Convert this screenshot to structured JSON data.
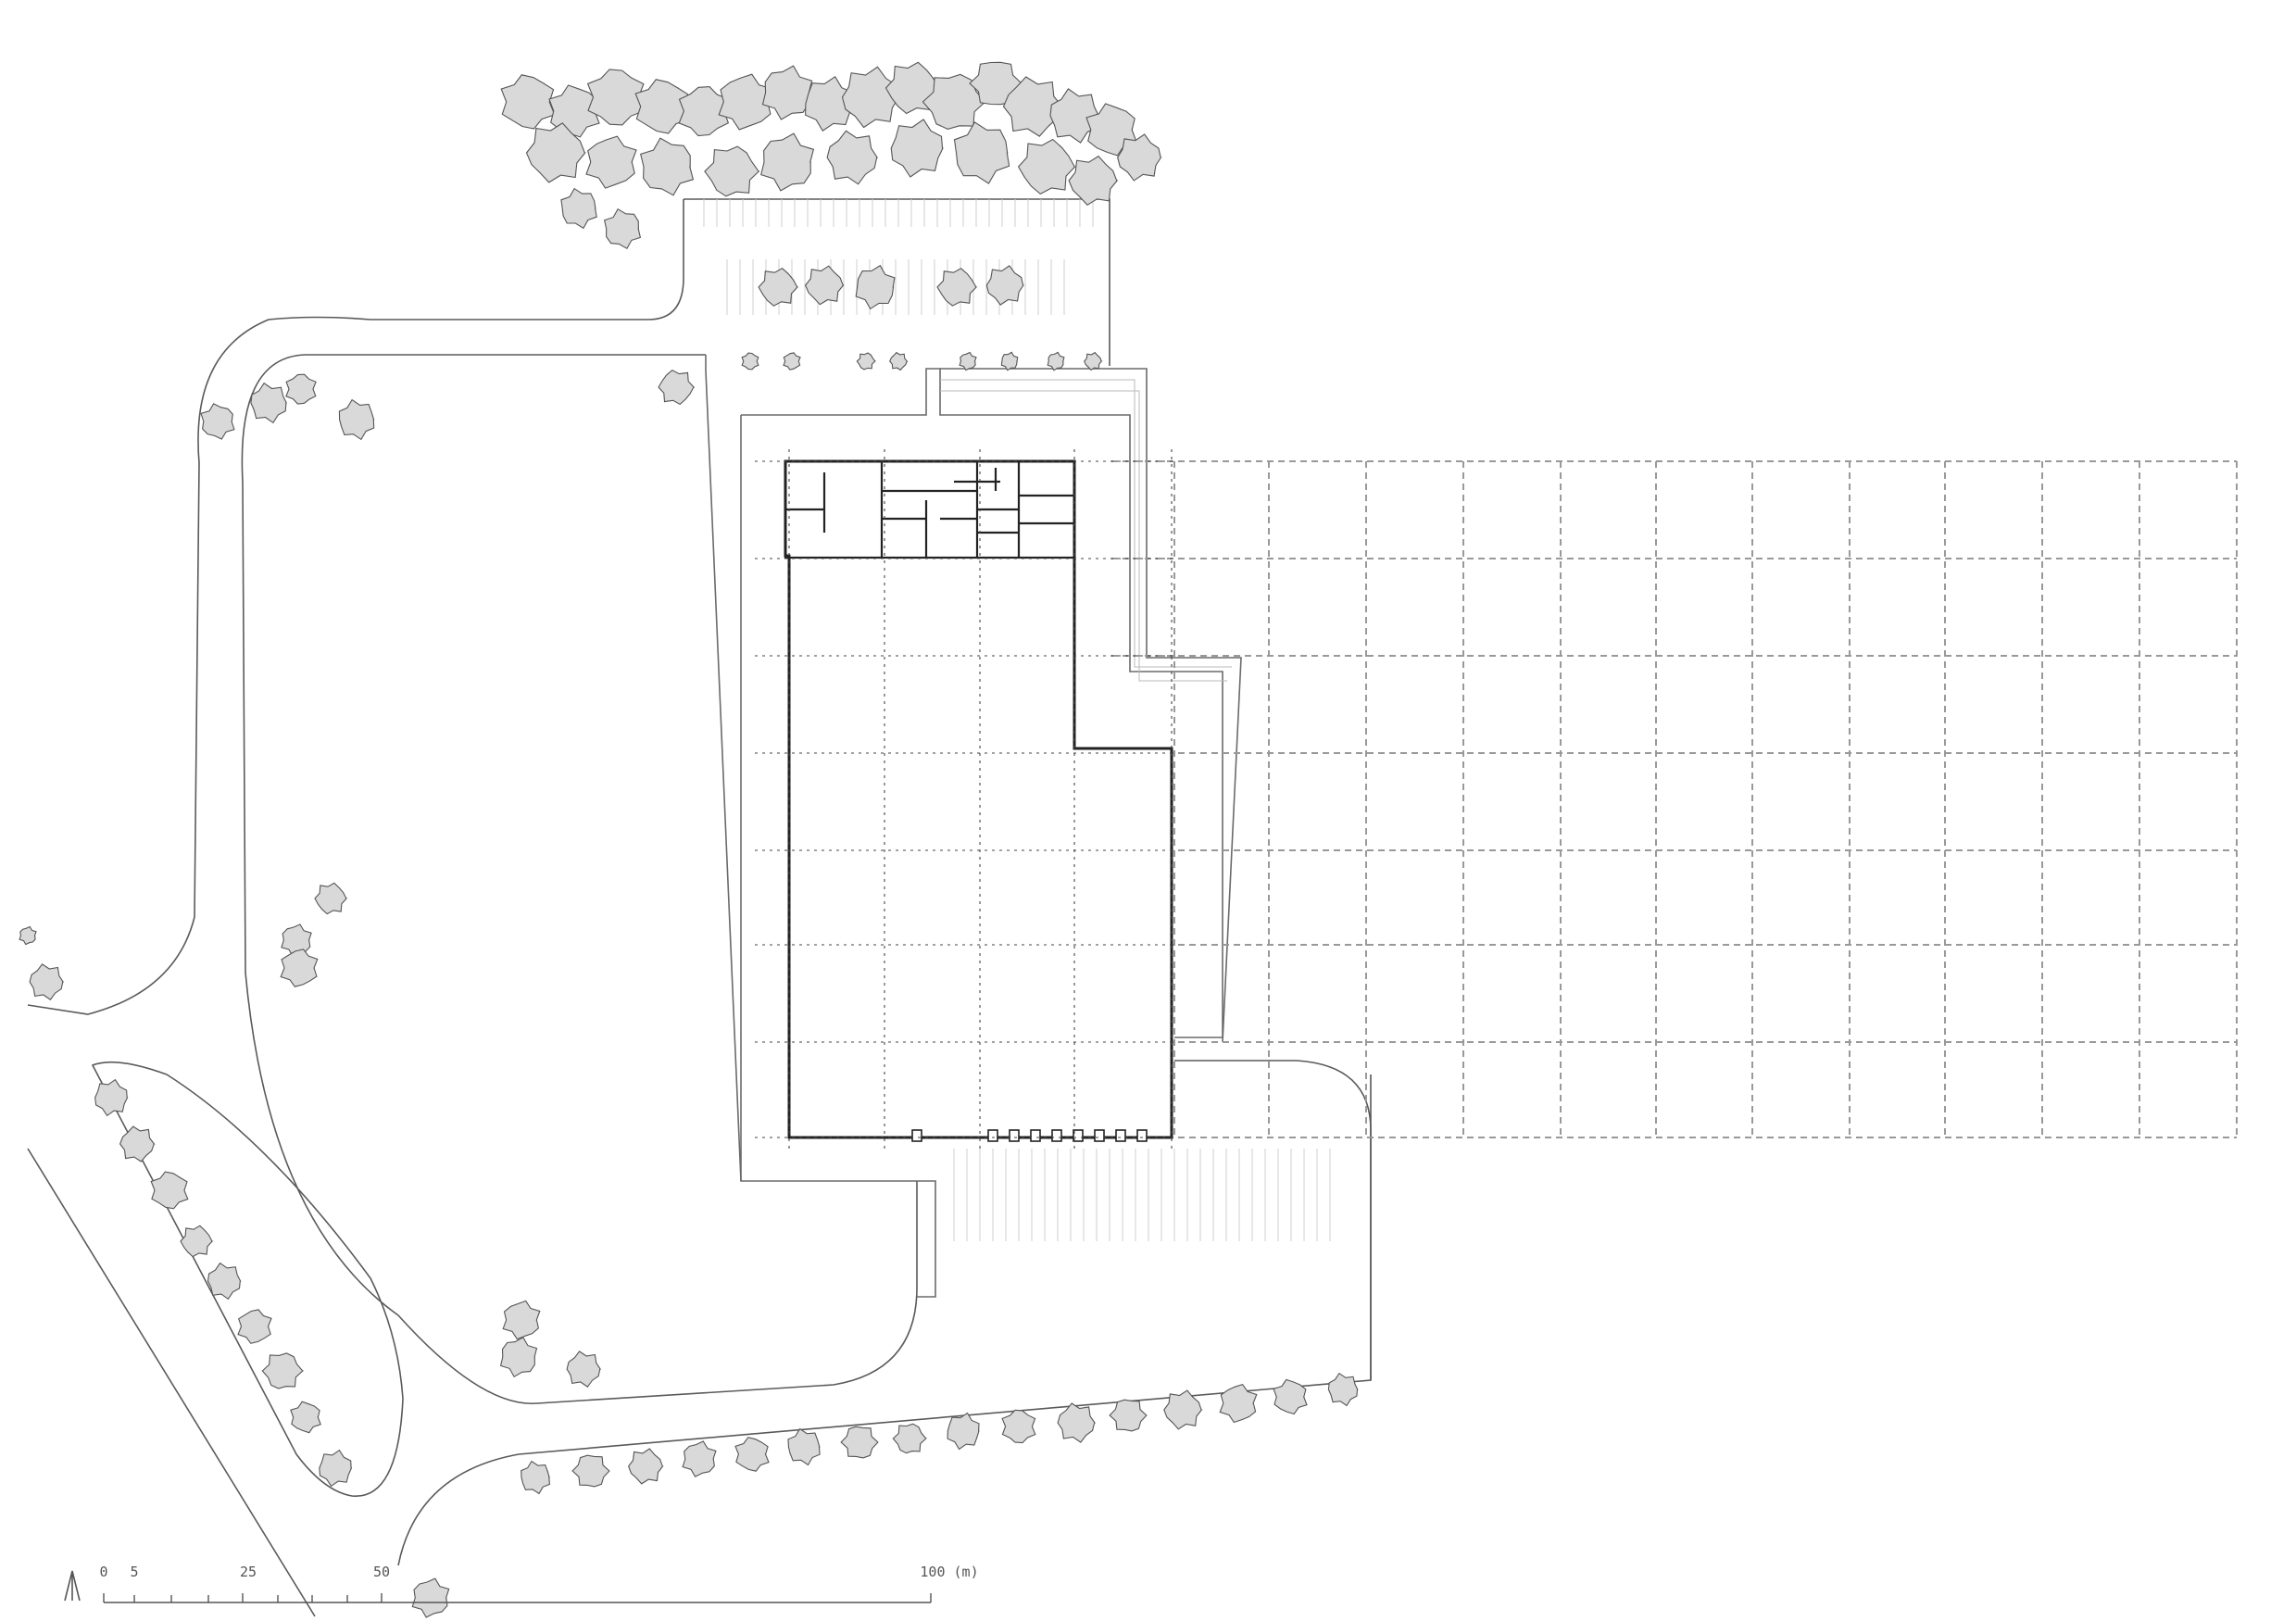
{
  "scale_bar": {
    "labels": [
      "0",
      "5",
      "25",
      "50",
      "100 (m)"
    ]
  },
  "north_arrow": {
    "icon": "north-arrow-icon"
  },
  "colors": {
    "line": "#5a5a5a",
    "tree_fill": "#d9d9d9",
    "building_wall": "#222222",
    "dashed_grid": "#999999"
  }
}
